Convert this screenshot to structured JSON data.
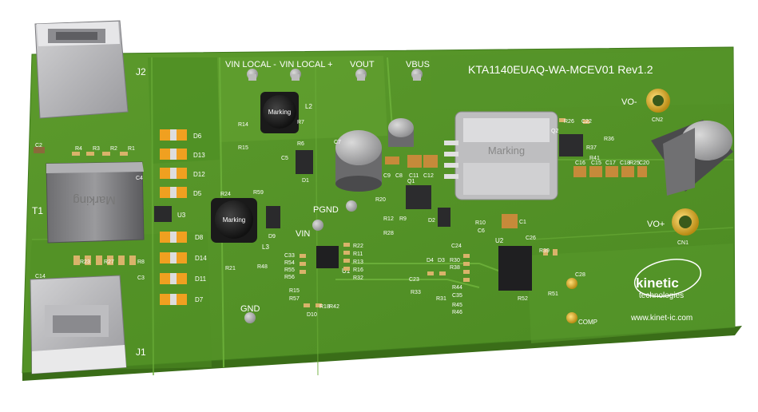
{
  "board": {
    "title": "KTA1140EUAQ-WA-MCEV01 Rev1.2",
    "website": "www.kinet-ic.com",
    "logo": {
      "line1": "kinetic",
      "line2": "technologies"
    },
    "test_points": {
      "vin_local_minus": "VIN LOCAL -",
      "vin_local_plus": "VIN LOCAL +",
      "vout": "VOUT",
      "vbus": "VBUS",
      "pgnd": "PGND",
      "vin": "VIN",
      "gnd": "GND",
      "comp": "COMP"
    },
    "terminals": {
      "vo_minus": "VO-",
      "vo_plus": "VO+",
      "cn2": "CN2",
      "cn1": "CN1"
    },
    "connectors": {
      "j2": "J2",
      "j1": "J1"
    },
    "transformer": {
      "ref": "T1",
      "marking": "Marking"
    },
    "inductors": {
      "l2_marking": "Marking",
      "l2": "L2",
      "l3": "L3",
      "big_marking": "Marking"
    },
    "refdes": {
      "diodes_left": [
        "D6",
        "D13",
        "D12",
        "D5",
        "D8",
        "D14",
        "D11",
        "D7"
      ],
      "ics": [
        "U3",
        "U1",
        "U2"
      ],
      "misc": [
        "R14",
        "R15",
        "C5",
        "R7",
        "R6",
        "D1",
        "C7",
        "C9",
        "C8",
        "C11",
        "C12",
        "Q1",
        "R20",
        "R12",
        "R9",
        "D2",
        "R10",
        "C6",
        "C1",
        "R28",
        "R24",
        "R59",
        "D9",
        "R21",
        "R48",
        "C33",
        "R54",
        "R55",
        "R56",
        "R22",
        "R11",
        "R13",
        "R16",
        "R32",
        "R15",
        "R57",
        "R18",
        "R42",
        "D10",
        "D4",
        "D3",
        "R30",
        "R38",
        "C24",
        "C23",
        "R33",
        "R31",
        "R44",
        "C35",
        "R45",
        "R46",
        "C26",
        "R39",
        "R52",
        "C28",
        "R51",
        "R26",
        "C22",
        "R36",
        "R37",
        "Q2",
        "R41",
        "C16",
        "C15",
        "C17",
        "C18",
        "R25",
        "C20",
        "C14",
        "T1",
        "J2",
        "J1",
        "R1",
        "R2",
        "R3",
        "R4",
        "C2",
        "R23",
        "R27",
        "R8",
        "C3",
        "C4"
      ]
    }
  }
}
